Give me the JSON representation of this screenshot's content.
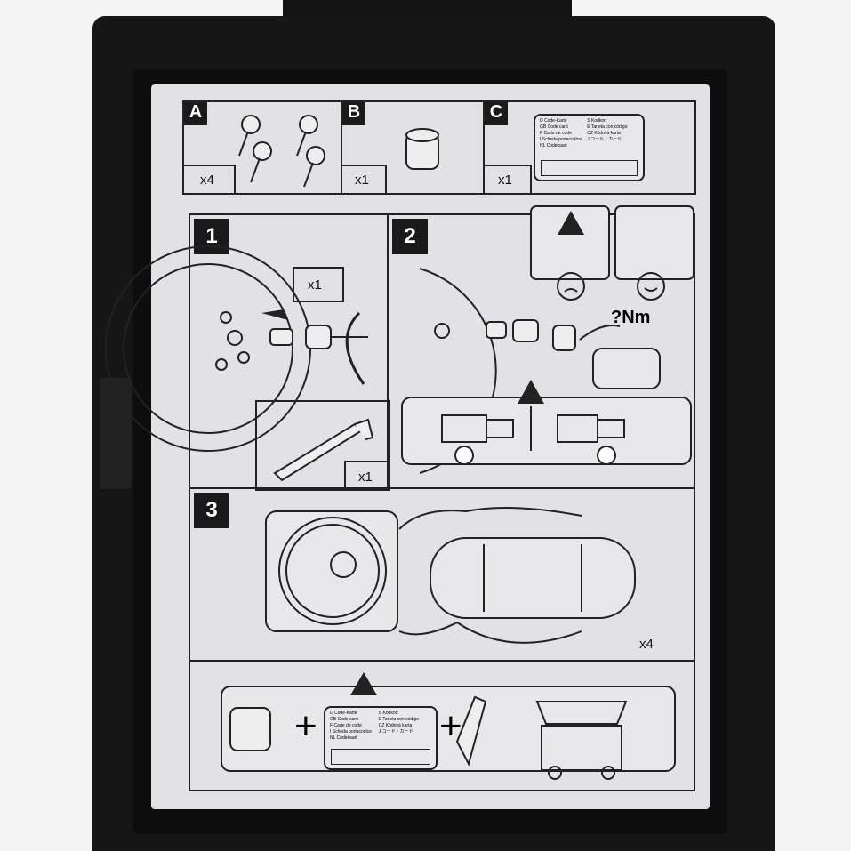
{
  "parts": [
    {
      "tag": "A",
      "qty": "x4"
    },
    {
      "tag": "B",
      "qty": "x1"
    },
    {
      "tag": "C",
      "qty": "x1"
    }
  ],
  "code_card": {
    "left": [
      "D  Code-Karte",
      "GB  Code card",
      "F  Carte de code",
      "I  Scheda portacodice",
      "NL  Codekaart"
    ],
    "right": [
      "S  Kodkort",
      "E  Tarjeta con código",
      "CZ  Kódová karta",
      "J  コード・カード"
    ]
  },
  "steps": [
    {
      "tag": "1",
      "qty_top": "x1",
      "qty_bottom": "x1"
    },
    {
      "tag": "2",
      "torque": "?Nm"
    },
    {
      "tag": "3",
      "qty": "x4"
    }
  ],
  "plus": "+"
}
